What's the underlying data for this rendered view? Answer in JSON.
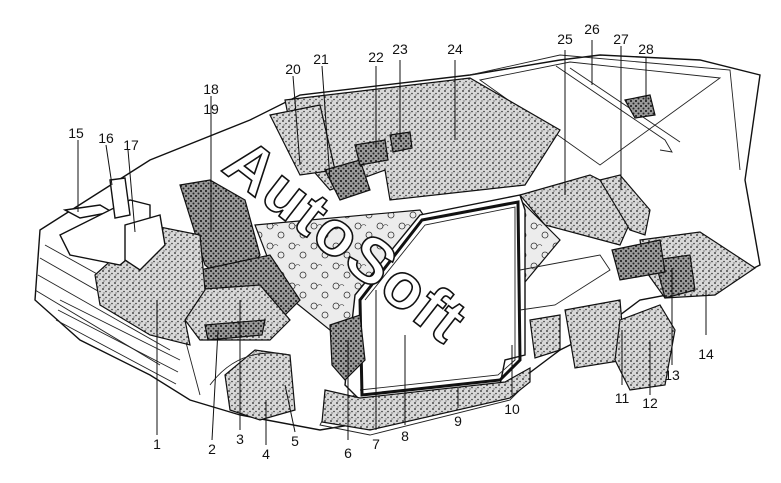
{
  "watermark": "AutoSoft",
  "callouts": [
    {
      "num": "1"
    },
    {
      "num": "2"
    },
    {
      "num": "3"
    },
    {
      "num": "4"
    },
    {
      "num": "5"
    },
    {
      "num": "6"
    },
    {
      "num": "7"
    },
    {
      "num": "8"
    },
    {
      "num": "9"
    },
    {
      "num": "10"
    },
    {
      "num": "11"
    },
    {
      "num": "12"
    },
    {
      "num": "13"
    },
    {
      "num": "14"
    },
    {
      "num": "15"
    },
    {
      "num": "16"
    },
    {
      "num": "17"
    },
    {
      "num": "18"
    },
    {
      "num": "19"
    },
    {
      "num": "20"
    },
    {
      "num": "21"
    },
    {
      "num": "22"
    },
    {
      "num": "23"
    },
    {
      "num": "24"
    },
    {
      "num": "25"
    },
    {
      "num": "26"
    },
    {
      "num": "27"
    },
    {
      "num": "28"
    }
  ]
}
